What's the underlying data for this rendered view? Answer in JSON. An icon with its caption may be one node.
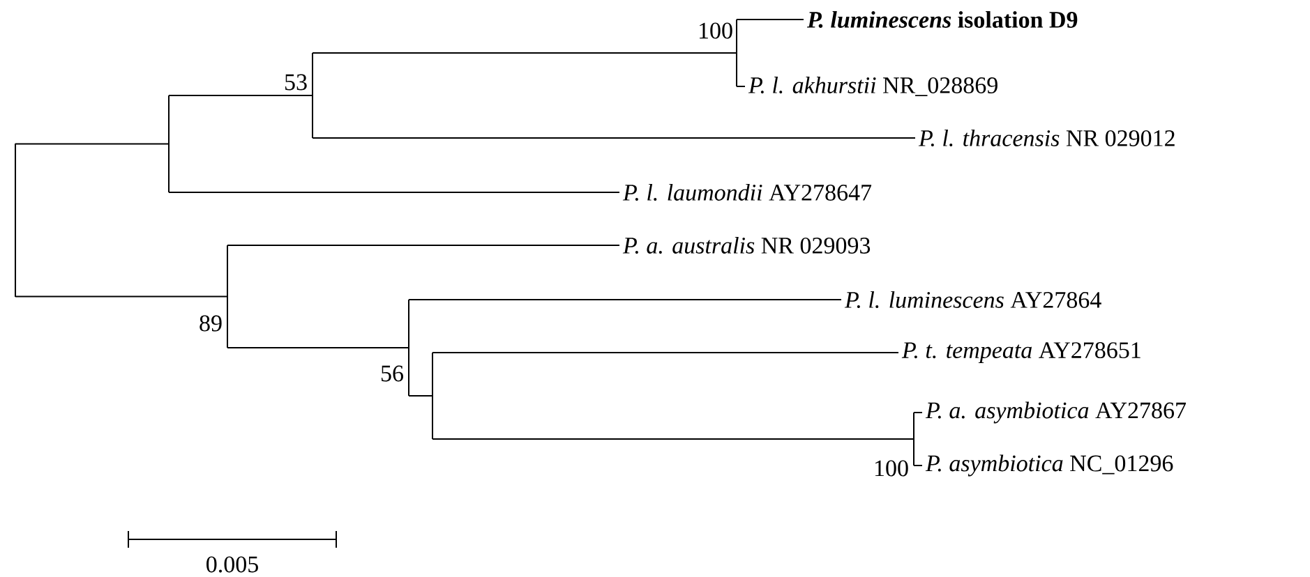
{
  "diagram": {
    "nodes": [
      {
        "text": [],
        "shape": "bar"
      },
      {
        "text": [],
        "shape": "bar"
      },
      {
        "text": [],
        "shape": "bar",
        "beside": [
          "53"
        ]
      },
      {
        "text": [],
        "shape": "bar",
        "beside": [
          "100"
        ]
      },
      {
        "text": [
          "*P. luminescens* isolation D9"
        ]
      },
      {
        "text": [
          "*P. l. akhurstii* NR_028869"
        ]
      },
      {
        "text": [
          "*P. l. thracensis* NR 029012"
        ]
      },
      {
        "text": [
          "*P. l. laumondii* AY278647"
        ]
      },
      {
        "text": [],
        "shape": "bar",
        "beside": [
          "89"
        ]
      },
      {
        "text": [
          "*P. a. australis* NR 029093"
        ]
      },
      {
        "text": [],
        "shape": "bar",
        "beside": [
          "56"
        ]
      },
      {
        "text": [
          "*P. l. luminescens* AY27864"
        ]
      },
      {
        "text": [],
        "shape": "bar"
      },
      {
        "text": [
          "*P. t. tempeata* AY278651"
        ]
      },
      {
        "text": [],
        "shape": "bar",
        "beside": [
          "100"
        ]
      },
      {
        "text": [
          "*P. a. asymbiotica* AY27867"
        ]
      },
      {
        "text": [
          "*P. asymbiotica* NC_01296"
        ]
      }
    ],
    "edges": [
      {
        "from": 0,
        "to": 1,
        "arrow": "none"
      },
      {
        "from": 0,
        "to": 8,
        "arrow": "none"
      },
      {
        "from": 1,
        "to": 2,
        "arrow": "none"
      },
      {
        "from": 1,
        "to": 7,
        "arrow": "none"
      },
      {
        "from": 2,
        "to": 3,
        "arrow": "none"
      },
      {
        "from": 2,
        "to": 6,
        "arrow": "none"
      },
      {
        "from": 3,
        "to": 4,
        "arrow": "none"
      },
      {
        "from": 3,
        "to": 5,
        "arrow": "none"
      },
      {
        "from": 8,
        "to": 9,
        "arrow": "none"
      },
      {
        "from": 8,
        "to": 10,
        "arrow": "none"
      },
      {
        "from": 10,
        "to": 11,
        "arrow": "none"
      },
      {
        "from": 10,
        "to": 12,
        "arrow": "none"
      },
      {
        "from": 12,
        "to": 13,
        "arrow": "none"
      },
      {
        "from": 12,
        "to": 14,
        "arrow": "none"
      },
      {
        "from": 14,
        "to": 15,
        "arrow": "none"
      },
      {
        "from": 14,
        "to": 16,
        "arrow": "none"
      }
    ],
    "labels": [
      "0.005"
    ]
  }
}
